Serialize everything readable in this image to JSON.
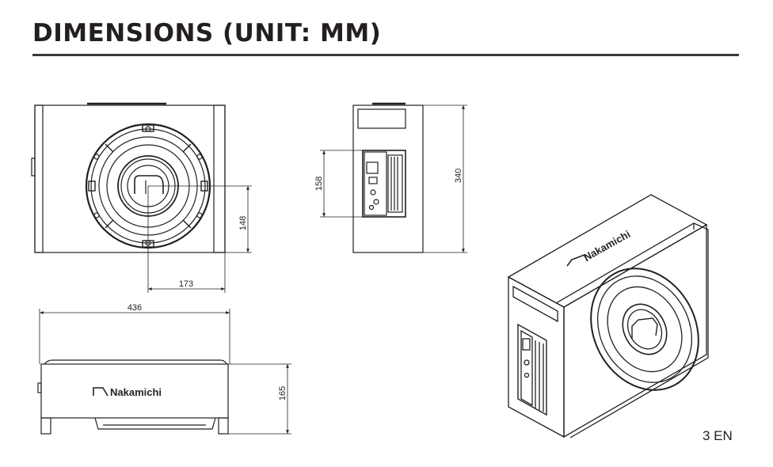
{
  "header": {
    "title": "DIMENSIONS (UNIT: MM)"
  },
  "dimensions": {
    "front_offset_y": "148",
    "front_offset_x": "173",
    "side_panel_height": "158",
    "side_total_height": "340",
    "bottom_width": "436",
    "bottom_height": "165"
  },
  "brand": {
    "name": "Nakamichi"
  },
  "footer": {
    "page_label": "3 EN"
  }
}
